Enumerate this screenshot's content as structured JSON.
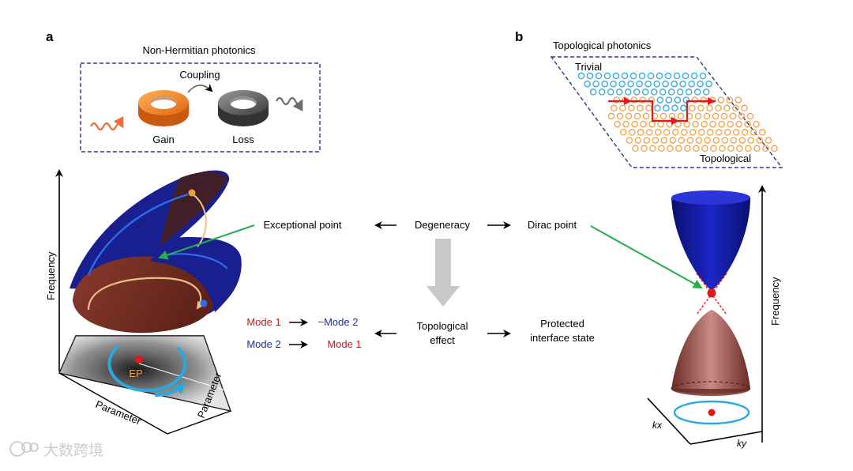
{
  "panel_a": {
    "letter": "a",
    "box_title": "Non-Hermitian photonics",
    "coupling": "Coupling",
    "gain": "Gain",
    "loss": "Loss",
    "axis_frequency": "Frequency",
    "axis_parameter_1": "Parameter",
    "axis_parameter_2": "Parameter",
    "ep_label": "EP"
  },
  "panel_b": {
    "letter": "b",
    "box_title": "Topological photonics",
    "trivial": "Trivial",
    "topological": "Topological",
    "axis_frequency": "Frequency",
    "kx": "kx",
    "ky": "ky"
  },
  "center": {
    "exceptional_point": "Exceptional point",
    "degeneracy": "Degeneracy",
    "dirac_point": "Dirac point",
    "mode1_left": "Mode 1",
    "neg_mode2": "−Mode 2",
    "mode2_left": "Mode 2",
    "mode1_right": "Mode 1",
    "topological_effect_line1": "Topological",
    "topological_effect_line2": "effect",
    "protected_line1": "Protected",
    "protected_line2": "interface state"
  },
  "watermark": {
    "text": "大数跨境"
  },
  "colors": {
    "gain": "#f47b20",
    "loss": "#555555",
    "blue_surface": "#1a1f8f",
    "brown_surface": "#7a2e22",
    "cyan": "#2aa8e0",
    "orange_ring": "#f0a04a",
    "red": "#e01a1a",
    "green_arrow": "#22b14c",
    "dash_blue": "#2b3a8a",
    "mode_red": "#c0181e",
    "mode_blue": "#1c2aa8"
  }
}
